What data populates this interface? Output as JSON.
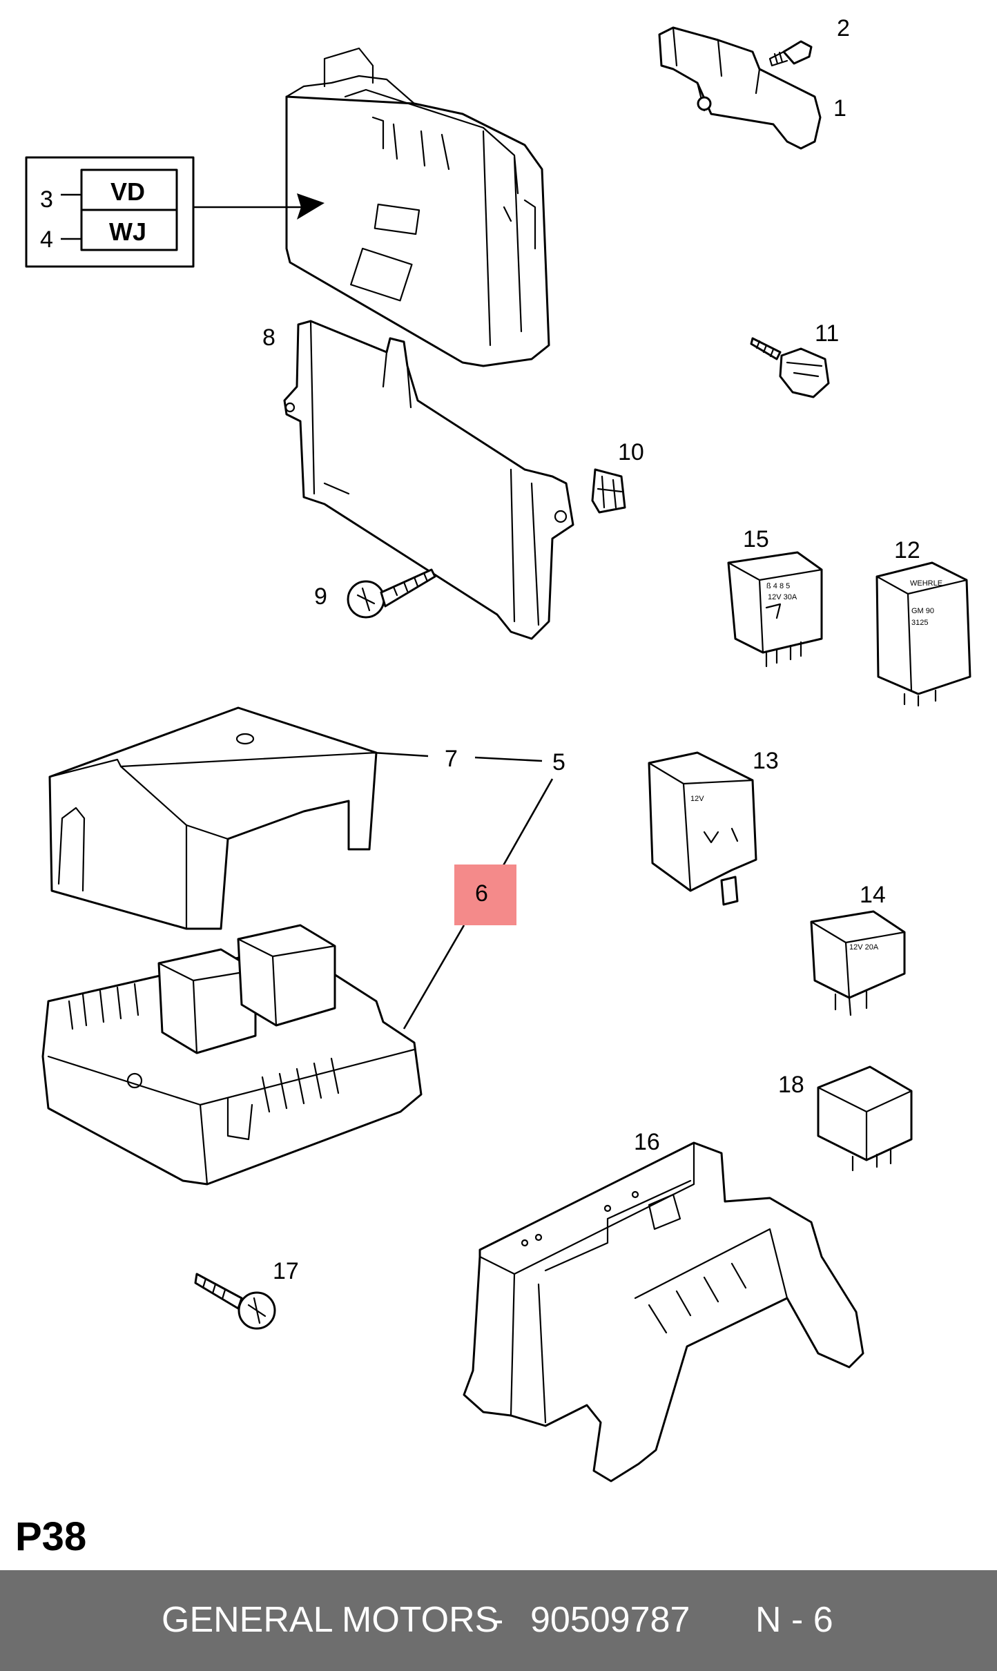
{
  "page_code": "P38",
  "footer": {
    "brand": "GENERAL MOTORS",
    "separator": "-",
    "part_number": "90509787",
    "reference": "N - 6"
  },
  "highlight_color": "#f48a8a",
  "footer_color": "#6e6e6e",
  "variant_box": {
    "row_3": "VD",
    "row_4": "WJ"
  },
  "callouts": {
    "c1": "1",
    "c2": "2",
    "c3": "3",
    "c4": "4",
    "c5": "5",
    "c6": "6",
    "c7": "7",
    "c8": "8",
    "c9": "9",
    "c10": "10",
    "c11": "11",
    "c12": "12",
    "c13": "13",
    "c14": "14",
    "c15": "15",
    "c16": "16",
    "c17": "17",
    "c18": "18"
  }
}
